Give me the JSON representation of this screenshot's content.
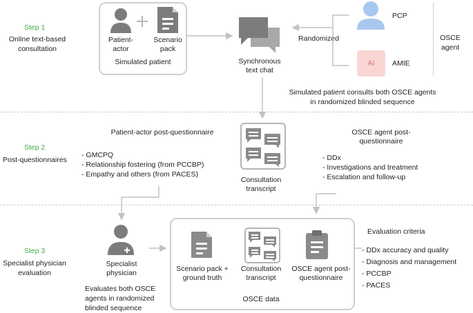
{
  "steps": [
    {
      "label": "Step 1",
      "title": "Online text-based consultation"
    },
    {
      "label": "Step 2",
      "title": "Post-questionnaires"
    },
    {
      "label": "Step 3",
      "title": "Specialist physician evaluation"
    }
  ],
  "step1": {
    "patient_actor": "Patient-actor",
    "scenario_pack": "Scenario pack",
    "simulated_patient": "Simulated patient",
    "chat": "Synchronous text chat",
    "randomized": "Randomized",
    "pcp": "PCP",
    "ai_badge": "AI",
    "amie": "AMIE",
    "osce_agent": "OSCE agent",
    "note": "Simulated patient consults both OSCE agents in randomized blinded sequence"
  },
  "step2": {
    "patient_title": "Patient-actor post-questionnaire",
    "patient_items": [
      "GMCPQ",
      "Relationship fostering (from PCCBP)",
      "Empathy and others (from PACES)"
    ],
    "transcript": "Consultation transcript",
    "agent_title": "OSCE agent post-questionnaire",
    "agent_items": [
      "DDx",
      "Investigations and treatment",
      "Escalation and follow-up"
    ]
  },
  "step3": {
    "specialist": "Specialist physician",
    "specialist_note": "Evaluates both OSCE agents in randomized blinded sequence",
    "scenario_truth": "Scenario pack + ground truth",
    "transcript": "Consultation transcript",
    "agent_questionnaire": "OSCE agent post-questionnaire",
    "osce_data": "OSCE data",
    "criteria_title": "Evaluation criteria",
    "criteria": [
      "DDx accuracy and quality",
      "Diagnosis and management",
      "PCCBP",
      "PACES"
    ]
  },
  "colors": {
    "step_green": "#3fae49",
    "icon_gray": "#7c7c7c",
    "pcp_blue": "#a9c8ef",
    "ai_pink": "#f9d6d3",
    "ai_text": "#d97a72"
  }
}
